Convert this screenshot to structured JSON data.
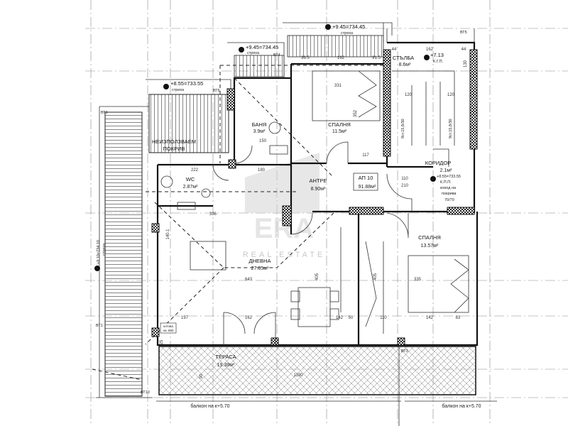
{
  "watermark": {
    "logo": "ERA",
    "tagline": "REAL ESTATE"
  },
  "levels": {
    "top_right": {
      "value": "+9.45=734.45",
      "note": "стреха"
    },
    "top_mid": {
      "value": "+9.45=734.45",
      "note": "стреха"
    },
    "top_left": {
      "value": "+8.55=733.55",
      "note": "стреха"
    },
    "stair": {
      "value": "+7.13",
      "note": "К.Г.П."
    },
    "corridor": {
      "value": "+8.55=733.55",
      "note": "К.П.П."
    },
    "left_balcony": {
      "value": "+9.10=734.10",
      "note": "стреха"
    }
  },
  "rooms": {
    "stair": {
      "name": "СТЪЛБА",
      "area": "8.6м²"
    },
    "bath": {
      "name": "БАНЯ",
      "area": "3.9м²"
    },
    "bedroom1": {
      "name": "СПАЛНЯ",
      "area": "11.5м²"
    },
    "roof": {
      "name": "НЕИЗПОЛЗВАЕМ",
      "name2": "ПОКРИВ"
    },
    "wc": {
      "name": "WC",
      "area": "2.87м²"
    },
    "hall": {
      "name": "АНТРЕ",
      "area": "8.90м²"
    },
    "apartment": {
      "name": "АП 10",
      "area": "91.88м²"
    },
    "corridor": {
      "name": "КОРИДОР",
      "area": "2.1м²",
      "exit1": "изход на",
      "exit2": "покрива",
      "hatch": "70/70"
    },
    "living": {
      "name": "ДНЕВНА",
      "area": "27.05м²"
    },
    "bedroom2": {
      "name": "СПАЛНЯ",
      "area": "13.57м²"
    },
    "terrace": {
      "name": "ТЕРАСА",
      "area": "19.38м²"
    }
  },
  "stairs": {
    "left": "9ст.15,8/30",
    "right": "9ст.15,8/30"
  },
  "downpipes": {
    "bt1a": "ВТ1",
    "bt1b": "ВТ1",
    "bt4": "ВТ4",
    "bt5a": "ВТ5",
    "bt5b": "ВТ5",
    "bt3": "ВТ3",
    "bt10": "ВТ10"
  },
  "balconies": {
    "left": "балкон на к+5.70",
    "right": "балкон на к+5.70"
  },
  "sill": {
    "line1": "котова",
    "line2": "на. 860"
  },
  "dimensions": {
    "d331": "331",
    "d352": "352",
    "d117": "117",
    "d162top": "162",
    "d365": "36.5",
    "d915": "91.5",
    "d44a": "44",
    "d44b": "44",
    "d162stair": "162",
    "d130": "130",
    "d120a": "120",
    "d120b": "120",
    "d222": "222",
    "d180": "180",
    "d150": "150",
    "d336": "336",
    "d1401": "140.1",
    "d643": "643",
    "d405a": "405",
    "d405b": "405",
    "d335": "335",
    "d197": "197",
    "d162b": "162",
    "d142a": "142",
    "d50": "50",
    "d110": "110",
    "d142b": "142",
    "d83": "83",
    "d25": "25",
    "d1100": "110",
    "d2100": "210",
    "d1190": "1190",
    "d90": "90"
  }
}
